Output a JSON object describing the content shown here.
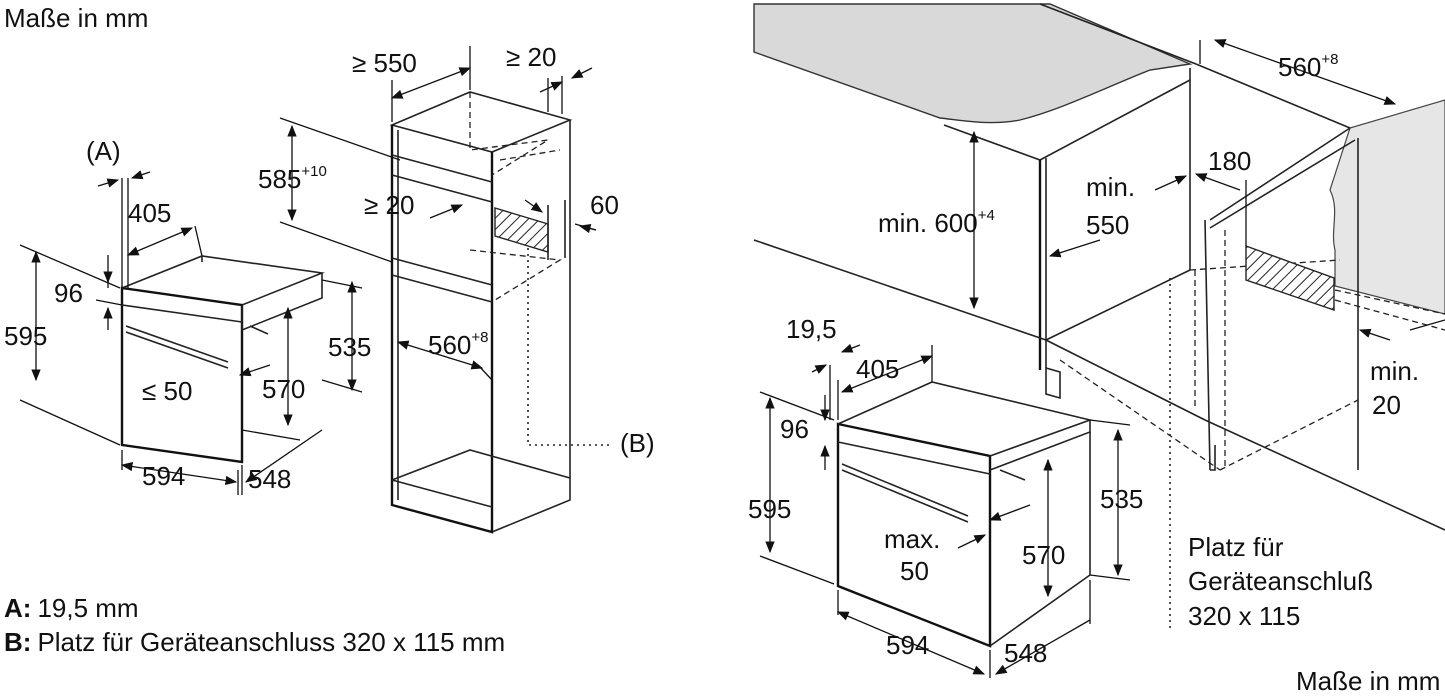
{
  "left": {
    "title": "Maße in mm",
    "label_a": "(A)",
    "label_b": "(B)",
    "dims": {
      "w405": "405",
      "h96": "96",
      "h595": "595",
      "h535": "535",
      "h570": "570",
      "le50": "≤ 50",
      "w594": "594",
      "d548": "548",
      "ge550": "≥ 550",
      "ge20_top": "≥ 20",
      "h585": "585",
      "h585_sup": "+10",
      "ge20_mid": "≥ 20",
      "d60": "60",
      "w560": "560",
      "w560_sup": "+8"
    },
    "legend": {
      "a_key": "A:",
      "a_text": "19,5 mm",
      "b_key": "B:",
      "b_text": "Platz für Geräteanschluss 320 x 115 mm"
    }
  },
  "right": {
    "footer": "Maße in mm",
    "dims": {
      "w560": "560",
      "w560_sup": "+8",
      "h600": "min. 600",
      "h600_sup": "+4",
      "min550_1": "min.",
      "min550_2": "550",
      "d180": "180",
      "min20_1": "min.",
      "min20_2": "20",
      "a195": "19,5",
      "w405": "405",
      "h96": "96",
      "h595": "595",
      "h535": "535",
      "h570": "570",
      "max50_1": "max.",
      "max50_2": "50",
      "w594": "594",
      "d548": "548"
    },
    "note": {
      "line1": "Platz für",
      "line2": "Geräteanschluß",
      "line3": "320 x 115"
    }
  }
}
